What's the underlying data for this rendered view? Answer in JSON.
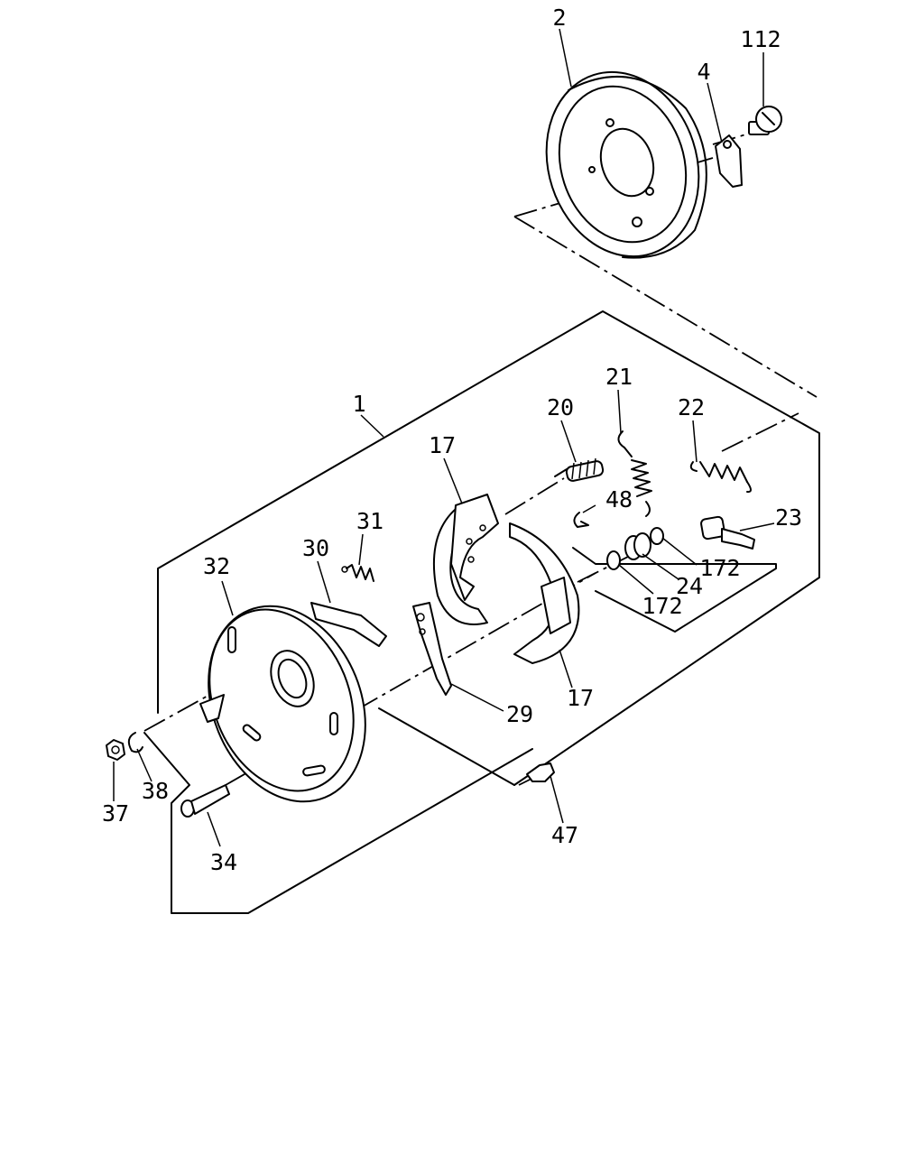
{
  "diagram": {
    "callouts": [
      {
        "id": "c2",
        "text": "2"
      },
      {
        "id": "c112",
        "text": "112"
      },
      {
        "id": "c4",
        "text": "4"
      },
      {
        "id": "c1",
        "text": "1"
      },
      {
        "id": "c21",
        "text": "21"
      },
      {
        "id": "c20",
        "text": "20"
      },
      {
        "id": "c22",
        "text": "22"
      },
      {
        "id": "c17a",
        "text": "17"
      },
      {
        "id": "c48",
        "text": "48"
      },
      {
        "id": "c23",
        "text": "23"
      },
      {
        "id": "c31",
        "text": "31"
      },
      {
        "id": "c30",
        "text": "30"
      },
      {
        "id": "c32",
        "text": "32"
      },
      {
        "id": "c172a",
        "text": "172"
      },
      {
        "id": "c24",
        "text": "24"
      },
      {
        "id": "c172b",
        "text": "172"
      },
      {
        "id": "c17b",
        "text": "17"
      },
      {
        "id": "c29",
        "text": "29"
      },
      {
        "id": "c38",
        "text": "38"
      },
      {
        "id": "c37",
        "text": "37"
      },
      {
        "id": "c47",
        "text": "47"
      },
      {
        "id": "c34",
        "text": "34"
      }
    ]
  }
}
